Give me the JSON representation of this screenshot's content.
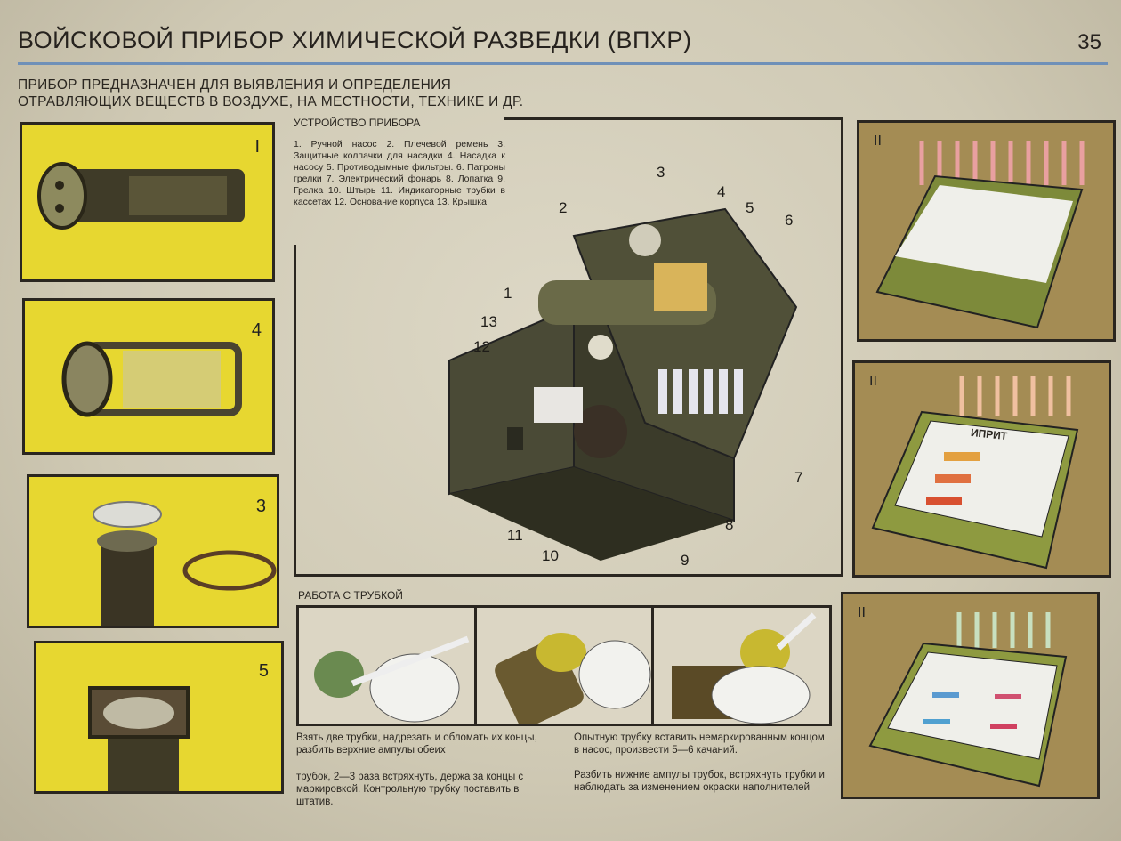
{
  "header": {
    "title": "ВОЙСКОВОЙ ПРИБОР ХИМИЧЕСКОЙ РАЗВЕДКИ (ВПХР)",
    "page_number": "35"
  },
  "intro": "Прибор предназначен для выявления и определения отравляющих веществ в воздухе, на местности, технике и др.",
  "device": {
    "heading": "УСТРОЙСТВО ПРИБОРА",
    "legend": "1. Ручной насос 2. Плечевой ремень 3. Защитные колпачки для насадки 4. Насадка к насосу 5. Противодымные фильтры. 6. Патроны грелки 7. Электрический фонарь 8. Лопатка 9. Грелка 10. Штырь 11. Индикаторные трубки в кассетах 12. Основание корпуса 13. Крышка",
    "callouts": [
      "1",
      "2",
      "3",
      "4",
      "5",
      "6",
      "7",
      "8",
      "9",
      "10",
      "11",
      "12",
      "13"
    ]
  },
  "left_panels": [
    {
      "label": "I"
    },
    {
      "label": "4"
    },
    {
      "label": "3"
    },
    {
      "label": "5"
    }
  ],
  "right_panels": [
    {
      "label": "II"
    },
    {
      "label": "II",
      "card_title": "ИПРИТ"
    },
    {
      "label": "II"
    }
  ],
  "work": {
    "heading": "РАБОТА С ТРУБКОЙ",
    "step1a": "Взять две трубки, надрезать и обломать их концы, разбить верхние ампулы обеих",
    "step1b": "трубок, 2—3 раза встряхнуть, держа за концы с маркировкой. Контрольную трубку поставить в штатив.",
    "step2a": "Опытную трубку вставить немаркированным концом в насос, произвести 5—6 качаний.",
    "step2b": "Разбить нижние ампулы трубок, встряхнуть трубки и наблюдать за изменением окраски наполнителей"
  },
  "colors": {
    "yellow": "#e7d730",
    "olive": "#a48c54",
    "rule": "#6f90b8",
    "device": "#4a4a36"
  }
}
